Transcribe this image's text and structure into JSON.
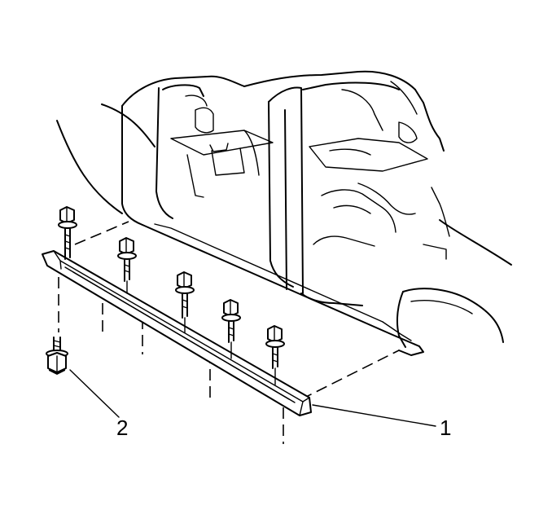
{
  "diagram": {
    "callouts": [
      {
        "id": "1",
        "label": "1",
        "target": "rocker-panel-molding"
      },
      {
        "id": "2",
        "label": "2",
        "target": "bolt"
      }
    ],
    "icons": [
      "rocker-panel-molding",
      "molding-bolt",
      "vehicle-body-side"
    ]
  }
}
